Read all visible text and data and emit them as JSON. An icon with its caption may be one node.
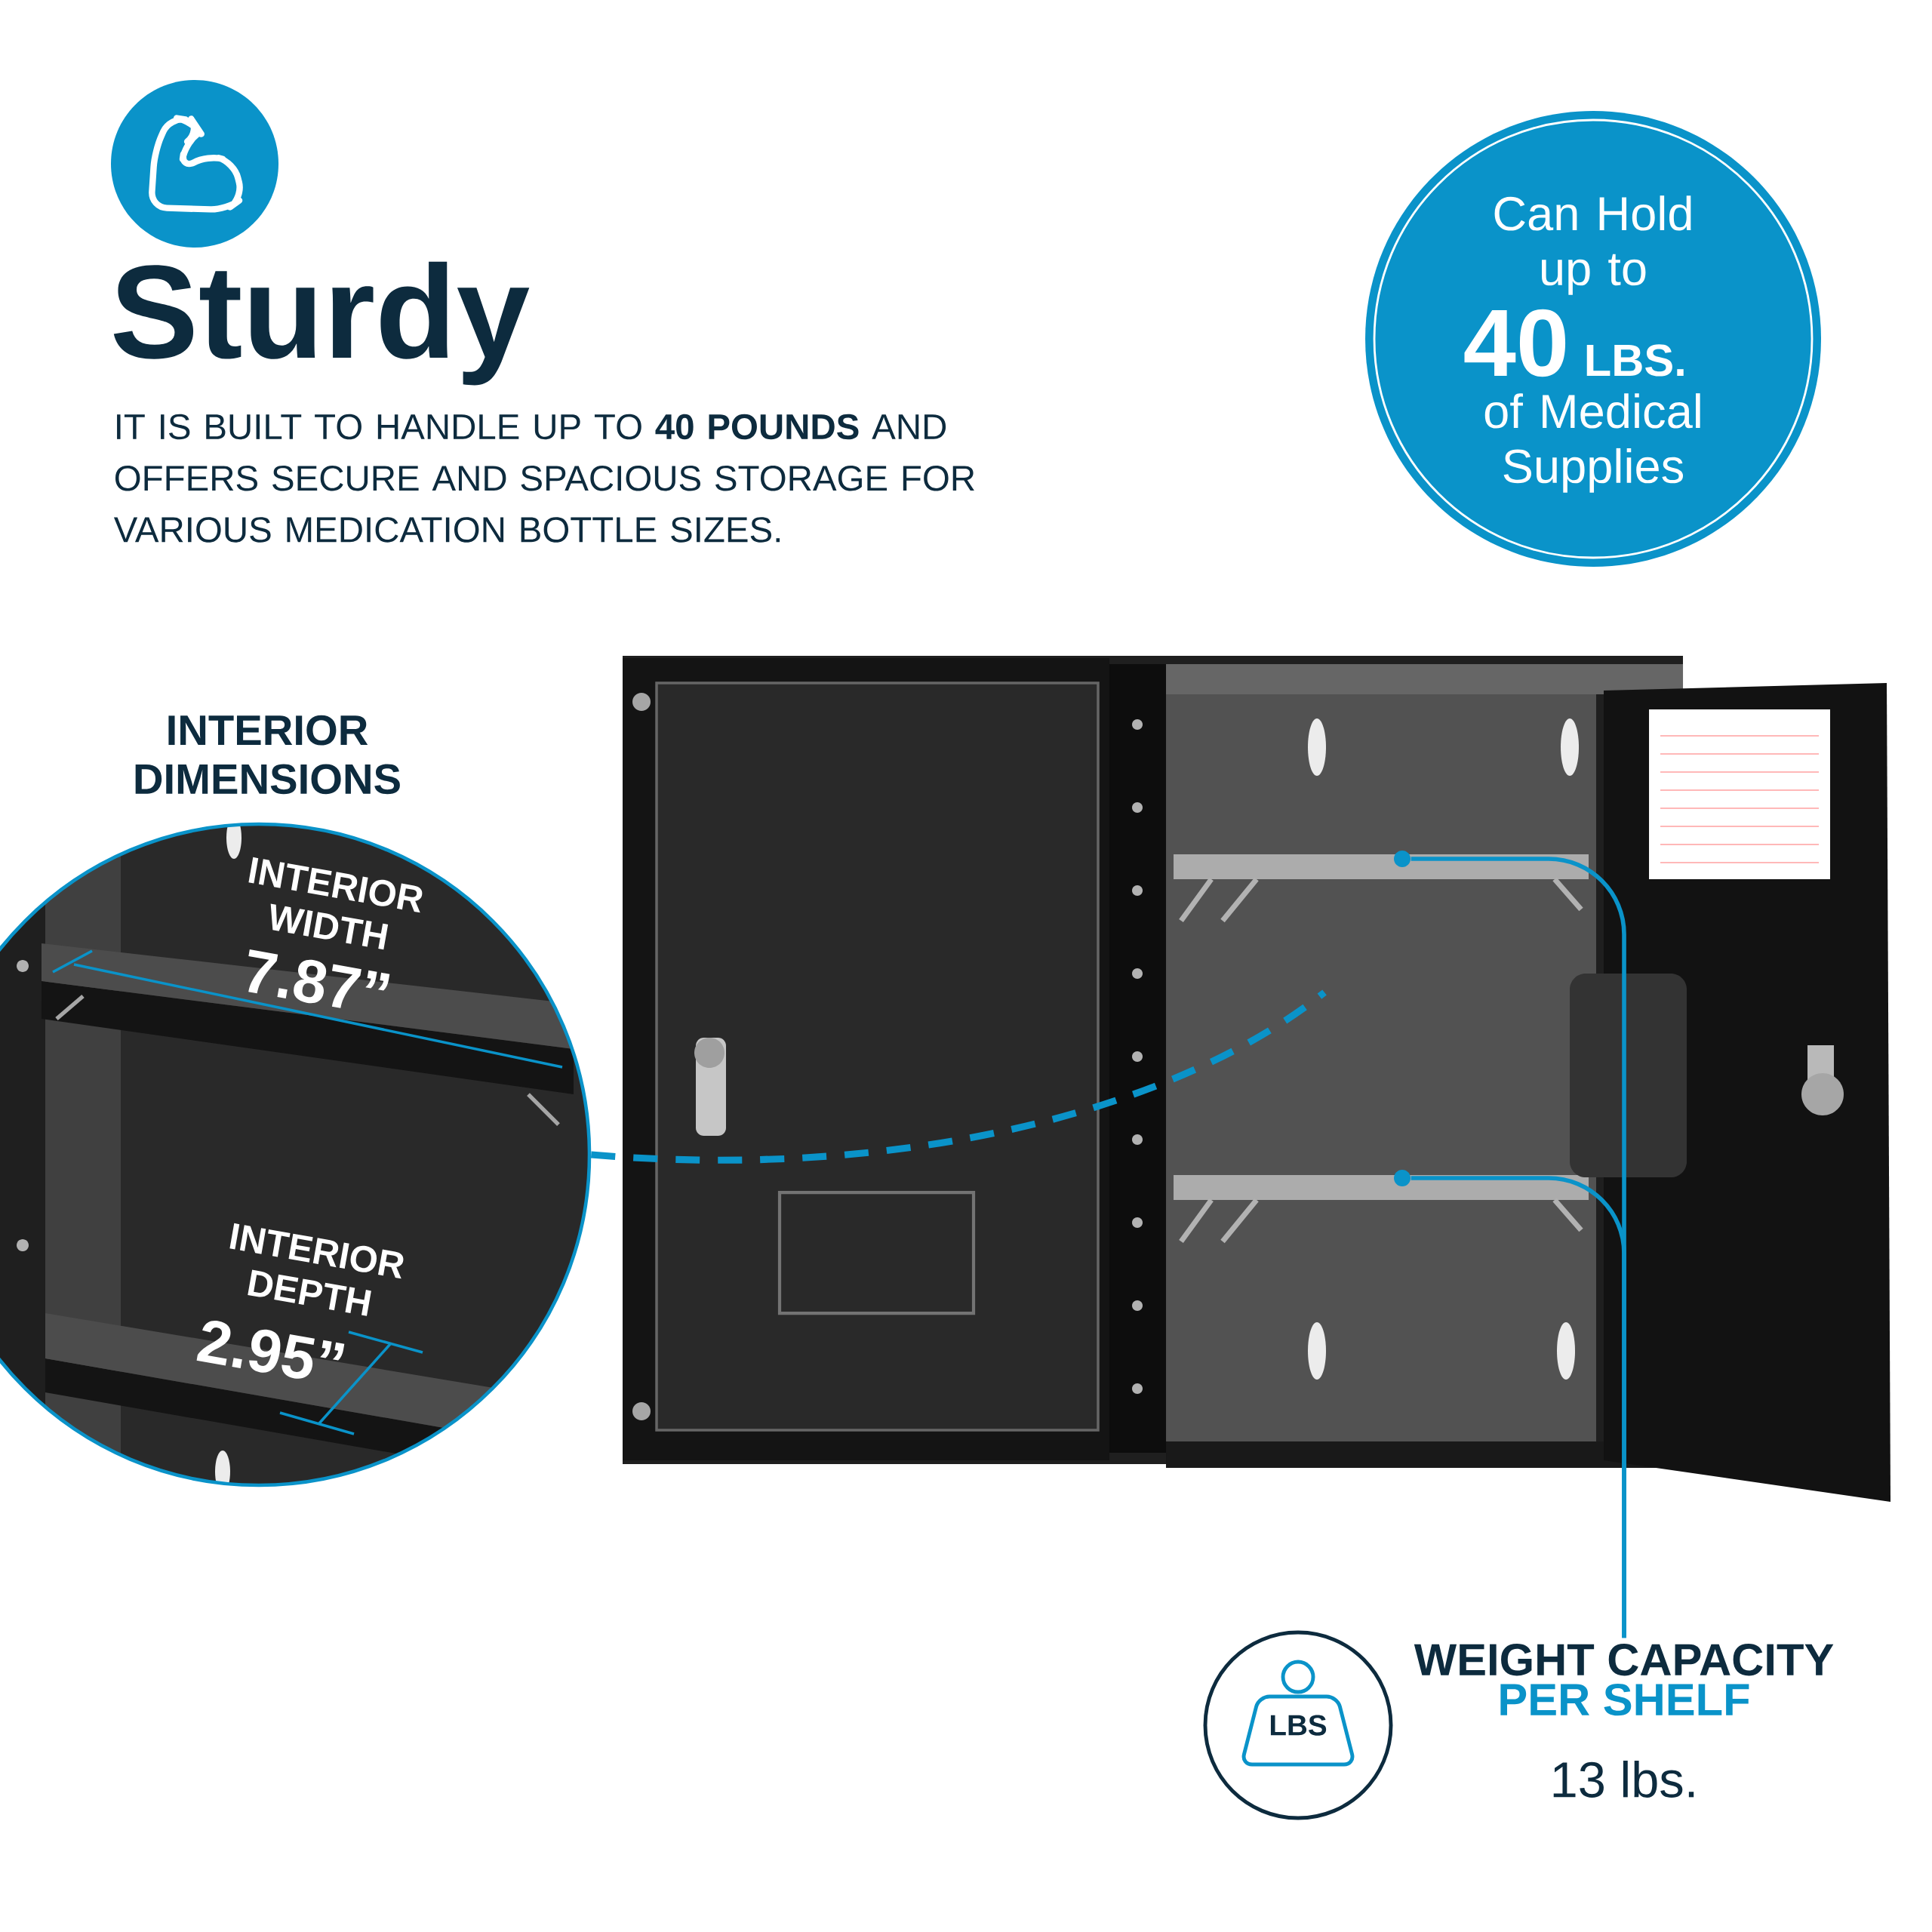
{
  "diagram": {
    "title": "Sturdy",
    "nodes": [
      {
        "text": [
          "Can Hold up to",
          "40",
          "LBS.",
          "of Medical Supplies"
        ]
      },
      {
        "text": [
          "INTERIOR DIMENSIONS",
          "INTERIOR WIDTH",
          "7.87”",
          "INTERIOR DEPTH",
          "2.95”"
        ]
      },
      {
        "text": [],
        "shape": "picture"
      },
      {
        "text": [],
        "shape": "circle",
        "in": 2
      },
      {
        "text": [],
        "shape": "circle",
        "in": 2
      },
      {
        "text": [
          "WEIGHT CAPACITY",
          "PER SHELF",
          "13 lbs."
        ]
      },
      {
        "text": [
          "LBS"
        ]
      }
    ],
    "edges": [
      {
        "from": 5,
        "to": 3,
        "arrow": "none"
      },
      {
        "from": 5,
        "to": 4,
        "arrow": "none"
      },
      {
        "from": 1,
        "to": null,
        "arrow": "none",
        "style": "dashed"
      }
    ],
    "labels": [
      "IT IS BUILT TO HANDLE UP TO **40 POUNDS** AND OFFERS SECURE AND SPACIOUS STORAGE FOR VARIOUS MEDICATION BOTTLE SIZES."
    ]
  }
}
